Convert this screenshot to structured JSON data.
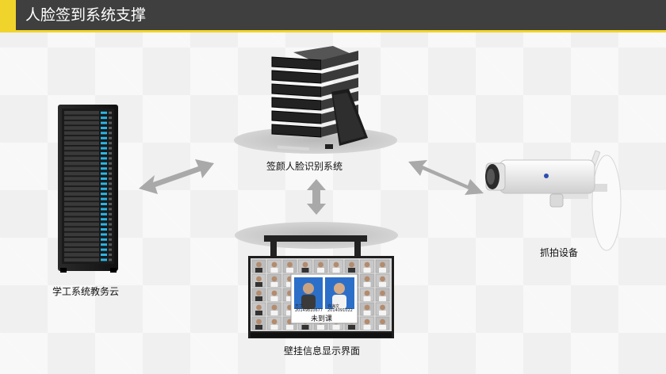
{
  "title": "人脸签到系统支撑",
  "nodes": {
    "recognition": "签颜人脸识别系统",
    "campus_cloud": "学工系统教务云",
    "camera": "抓拍设备",
    "wall_display": "壁挂信息显示界面"
  },
  "display_screen": {
    "card1_name": "方兰",
    "card1_id": "20149810677",
    "card2_name": "许海文",
    "card2_id": "2014091022",
    "status": "未到课"
  },
  "colors": {
    "accent": "#f1d42b",
    "header": "#3f3f3f",
    "arrow": "#a9a9a9"
  }
}
